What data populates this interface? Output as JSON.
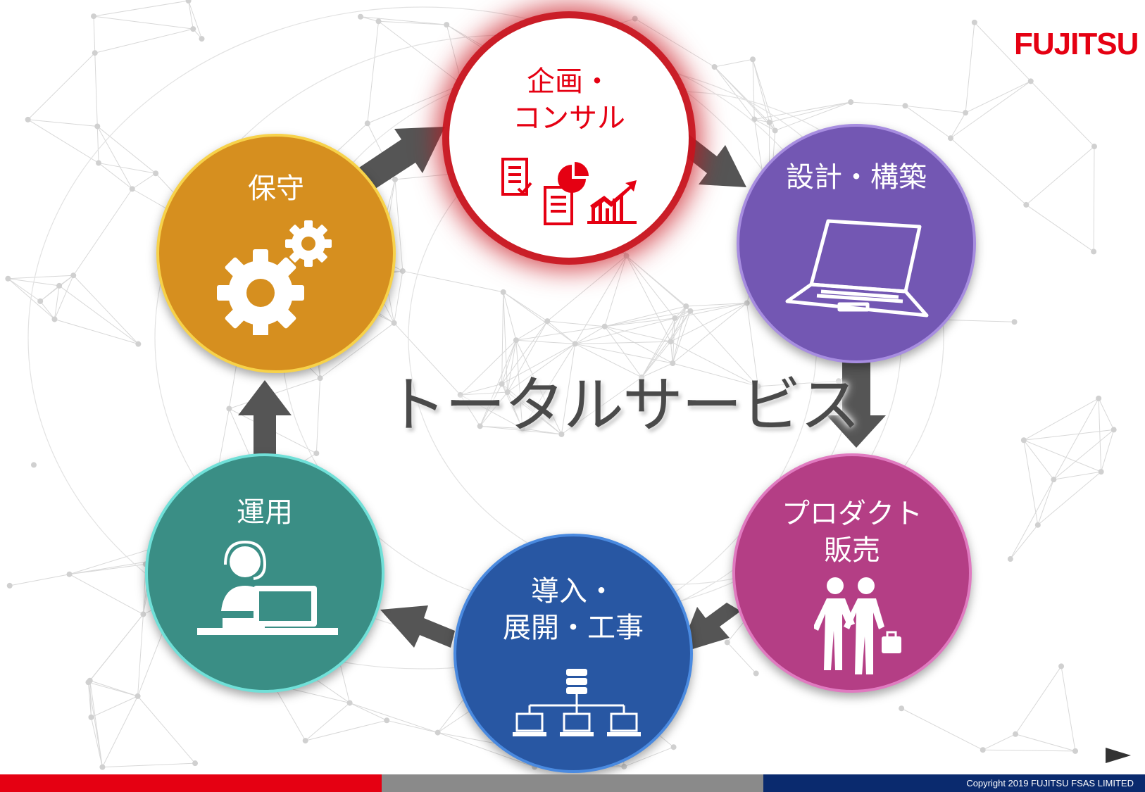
{
  "brand": {
    "logo_text": "FUJITSU",
    "color": "#e50012"
  },
  "center_title": "トータルサービス",
  "nodes": {
    "planning": {
      "label": "企画・\nコンサル",
      "icon": "planning-documents-chart-icon",
      "color": "#ffffff"
    },
    "design": {
      "label": "設計・構築",
      "icon": "laptop-icon",
      "color": "#7357b3"
    },
    "product": {
      "label": "プロダクト\n販売",
      "icon": "handshake-business-icon",
      "color": "#b43e85"
    },
    "install": {
      "label": "導入・\n展開・工事",
      "icon": "network-topology-icon",
      "color": "#2857a3"
    },
    "operation": {
      "label": "運用",
      "icon": "operator-headset-icon",
      "color": "#3a8e85"
    },
    "maintenance": {
      "label": "保守",
      "icon": "gears-icon",
      "color": "#d68f1f"
    }
  },
  "arrow_color": "#555555",
  "footer": {
    "copyright": "Copyright 2019 FUJITSU FSAS LIMITED",
    "colors": [
      "#e50012",
      "#8a8a8a",
      "#0a2a6e"
    ]
  }
}
